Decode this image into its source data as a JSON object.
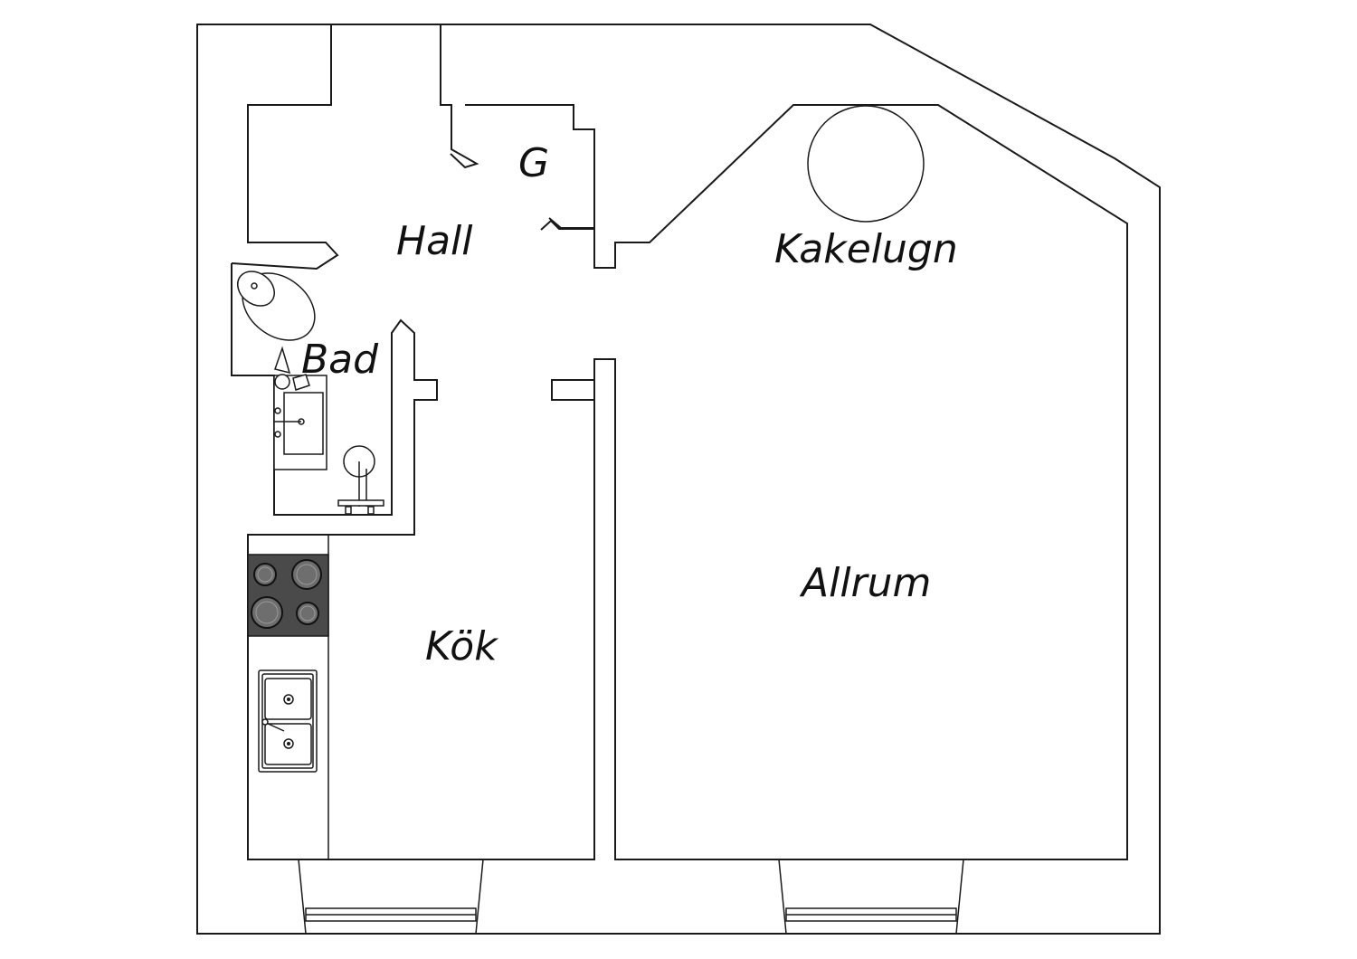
{
  "rooms": {
    "hall": "Hall",
    "g": "G",
    "kakelugn": "Kakelugn",
    "bad": "Bad",
    "kok": "Kök",
    "allrum": "Allrum"
  },
  "colors": {
    "wall": "#1a1a1a",
    "background": "#ffffff",
    "stove_top": "#4a4a4a",
    "burner": "#6e6e6e"
  },
  "icons": [
    "tiled-stove-icon",
    "toilet-icon",
    "washbasin-icon",
    "shower-icon",
    "stove-icon",
    "kitchen-sink-icon",
    "window-icon"
  ]
}
